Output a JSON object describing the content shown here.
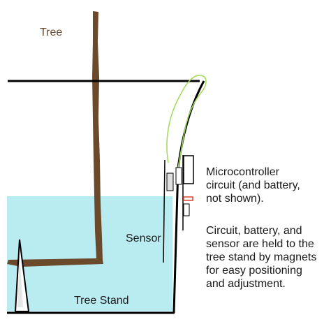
{
  "labels": {
    "tree": "Tree",
    "sensor": "Sensor",
    "tree_stand": "Tree Stand"
  },
  "description": {
    "circuit_lines": [
      "Microcontroller",
      "circuit (and battery,",
      "not shown)."
    ],
    "mount_lines": [
      "Circuit, battery, and",
      "sensor are held to the",
      "tree stand by magnets",
      "for easy positioning",
      "and adjustment."
    ]
  },
  "colors": {
    "water": "#b9ecf1",
    "trunk": "#6b4a2c",
    "wire": "#9fdc57",
    "stand": "#000000",
    "component_red": "#d9442e",
    "component_gray": "#9a9a9a"
  }
}
